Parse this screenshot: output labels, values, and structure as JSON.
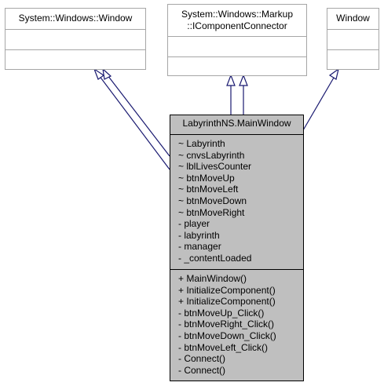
{
  "classes": {
    "window_base": {
      "title_line1": "System::Windows::Window"
    },
    "component_connector": {
      "title_line1": "System::Windows::Markup",
      "title_line2": "::IComponentConnector"
    },
    "window": {
      "title_line1": "Window"
    },
    "main_window": {
      "title": "LabyrinthNS.MainWindow",
      "attributes": [
        "~ Labyrinth",
        "~ cnvsLabyrinth",
        "~ lblLivesCounter",
        "~ btnMoveUp",
        "~ btnMoveLeft",
        "~ btnMoveDown",
        "~ btnMoveRight",
        "- player",
        "- labyrinth",
        "- manager",
        "- _contentLoaded"
      ],
      "operations": [
        "+ MainWindow()",
        "+ InitializeComponent()",
        "+ InitializeComponent()",
        "- btnMoveUp_Click()",
        "- btnMoveRight_Click()",
        "- btnMoveDown_Click()",
        "- btnMoveLeft_Click()",
        "- Connect()",
        "- Connect()"
      ]
    }
  },
  "colors": {
    "main_fill": "#bfbfbf",
    "base_border": "#a6a6a6",
    "main_border": "#000000",
    "edge": "#191970"
  }
}
